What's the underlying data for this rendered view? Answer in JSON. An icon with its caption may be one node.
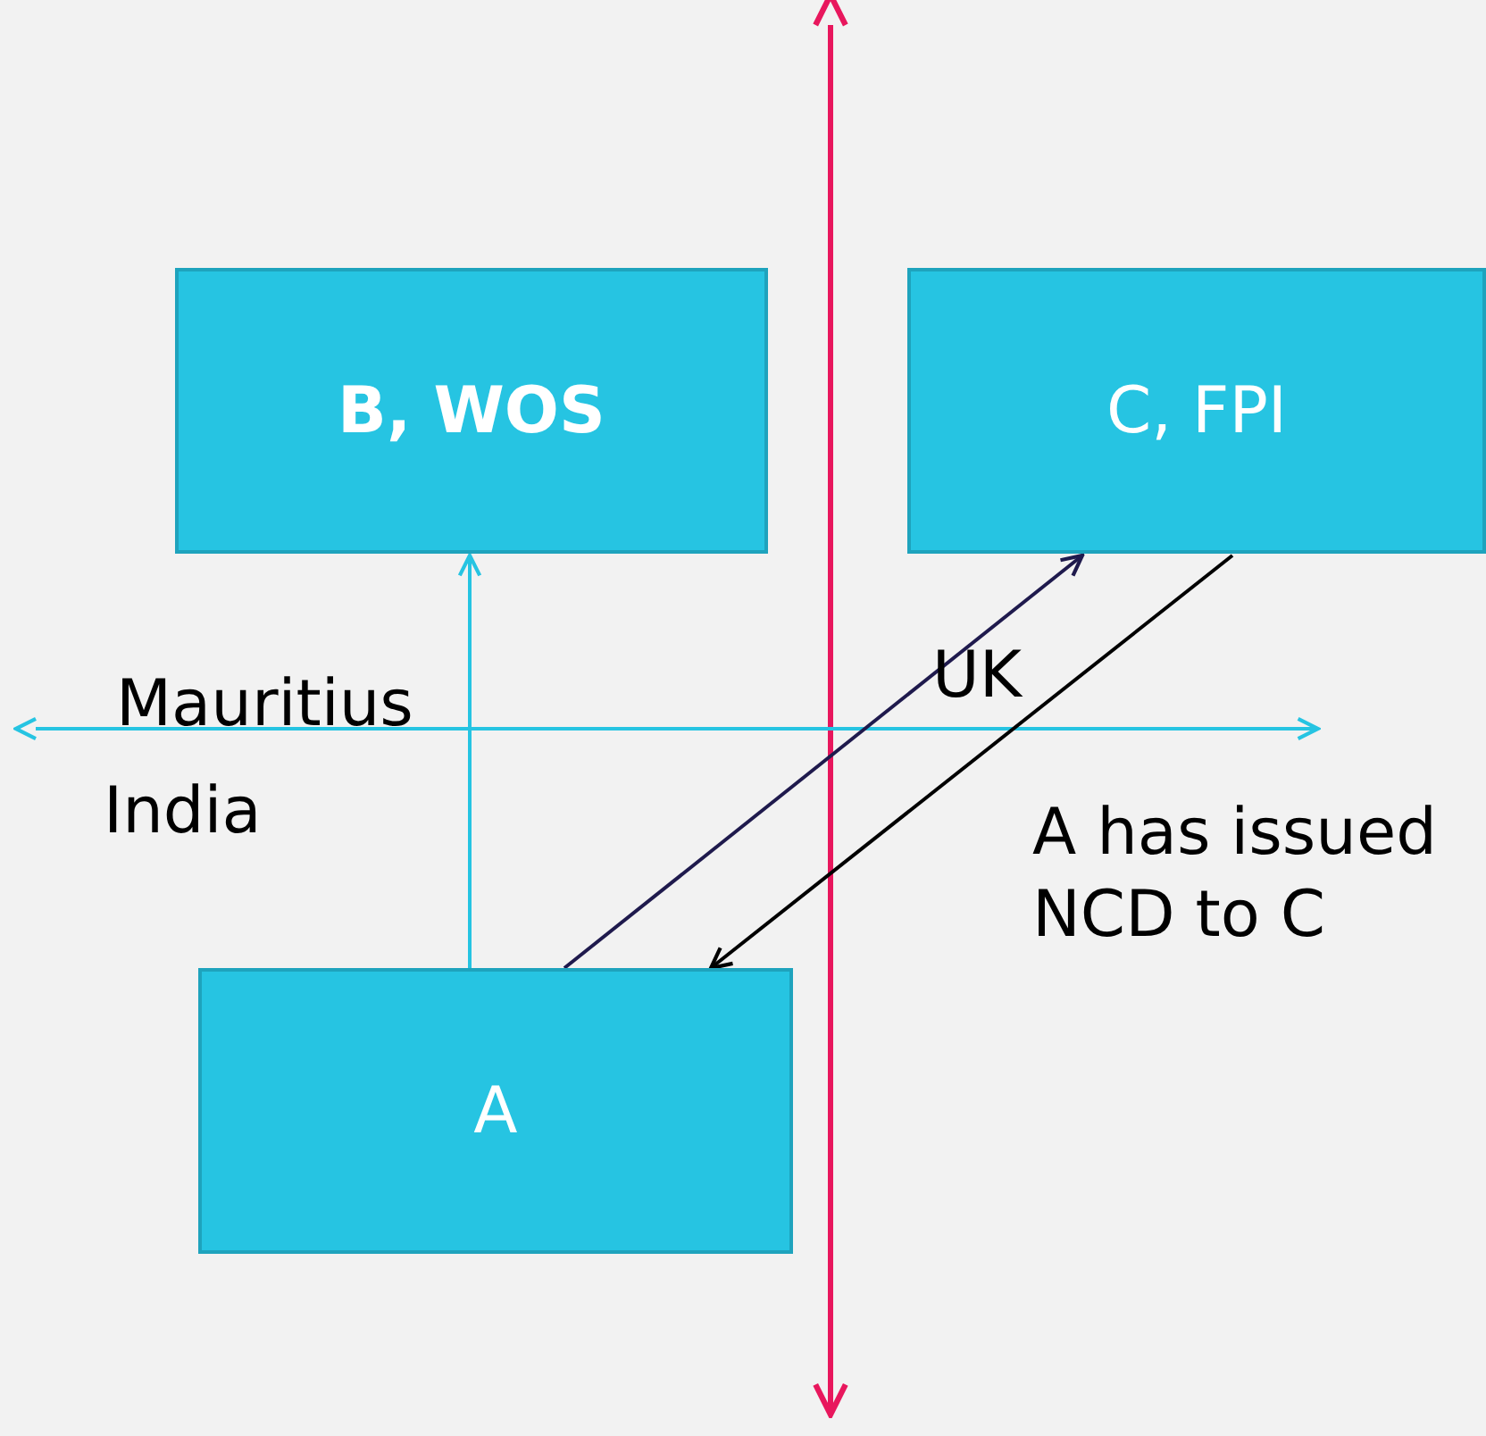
{
  "diagram": {
    "nodes": [
      {
        "text": [
          "B, WOS"
        ]
      },
      {
        "text": [
          "C, FPI"
        ]
      },
      {
        "text": [
          "A"
        ]
      }
    ],
    "edges": [
      {
        "from": 2,
        "to": 0,
        "arrow": "to",
        "color": "#26c4e2"
      },
      {
        "from": 2,
        "to": 1,
        "arrow": "to",
        "color": "#1f1a4d"
      },
      {
        "from": 1,
        "to": 2,
        "arrow": "to",
        "color": "#000000"
      }
    ],
    "labels": [
      "Mauritius",
      "India",
      "UK",
      "A has issued NCD to C"
    ]
  }
}
